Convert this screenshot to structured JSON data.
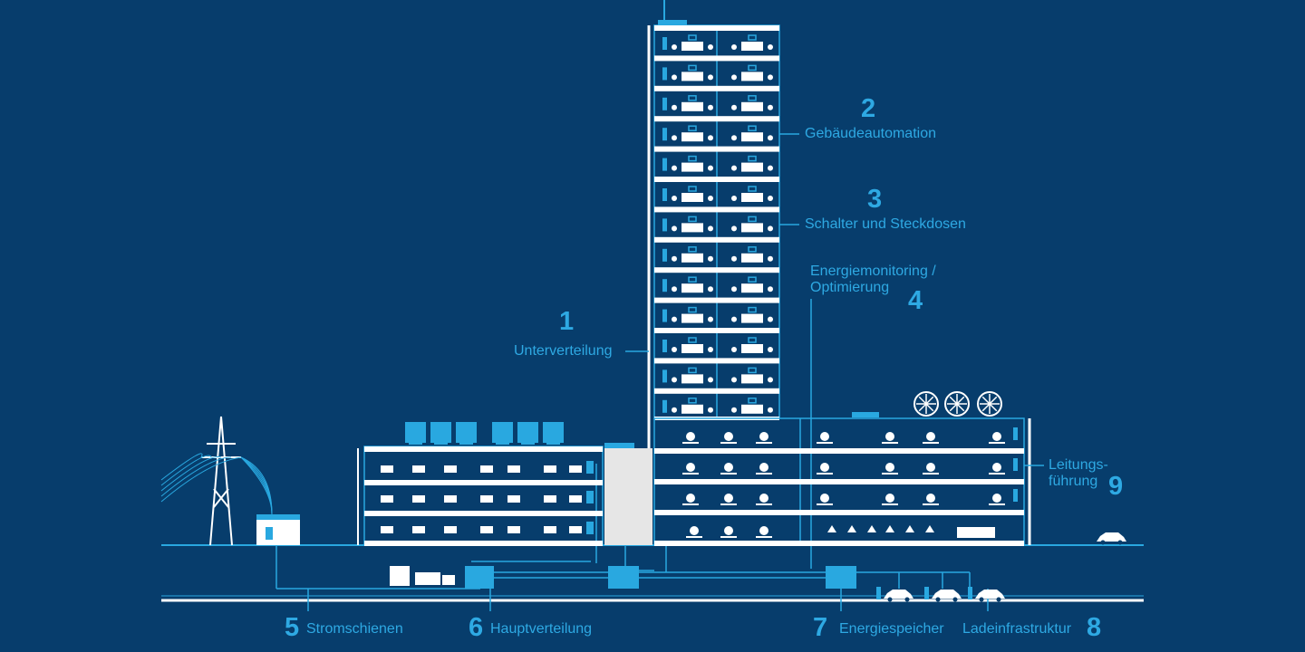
{
  "colors": {
    "background": "#073d6c",
    "accent": "#29a8e0",
    "line": "#ffffff",
    "core": "#e6e6e6"
  },
  "callouts": [
    {
      "number": "1",
      "label": "Unterverteilung"
    },
    {
      "number": "2",
      "label": "Gebäudeautomation"
    },
    {
      "number": "3",
      "label": "Schalter und Steckdosen"
    },
    {
      "number": "4",
      "label": "Energiemonitoring /",
      "label2": "Optimierung"
    },
    {
      "number": "5",
      "label": "Stromschienen"
    },
    {
      "number": "6",
      "label": "Hauptverteilung"
    },
    {
      "number": "7",
      "label": "Energiespeicher"
    },
    {
      "number": "8",
      "label": "Ladeinfrastruktur"
    },
    {
      "number": "9",
      "label": "Leitungs-",
      "label2": "führung"
    }
  ]
}
